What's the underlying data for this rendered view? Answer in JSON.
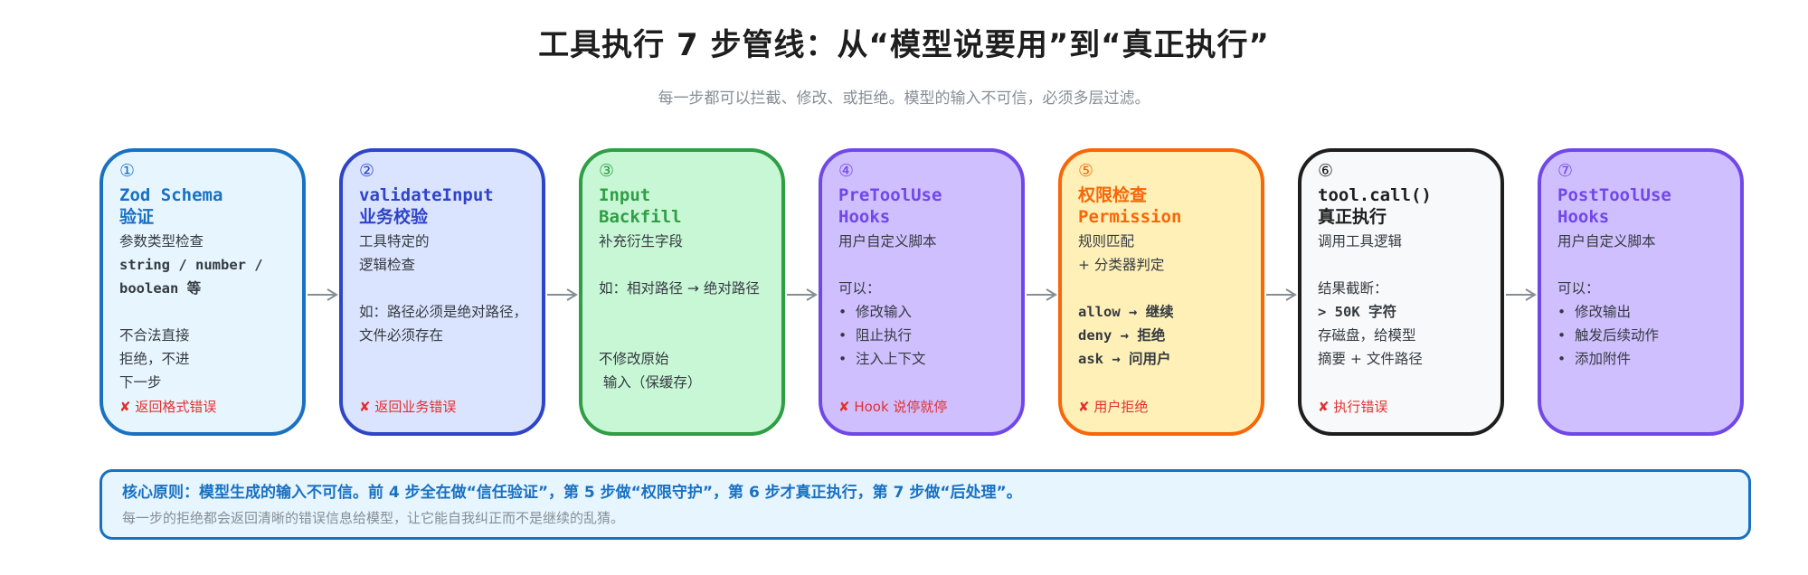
{
  "header": {
    "title": "工具执行 7 步管线：从“模型说要用”到“真正执行”",
    "subtitle": "每一步都可以拦截、修改、或拒绝。模型的输入不可信，必须多层过滤。"
  },
  "steps": [
    {
      "num": "①",
      "head": "Zod Schema\n验证",
      "lines": [
        "参数类型检查",
        "string / number /",
        "boolean 等",
        "",
        "不合法直接",
        "拒绝，不进",
        "下一步"
      ],
      "error": "✘ 返回格式错误",
      "colors": {
        "border": "#1971c2",
        "bg": "#e7f5ff",
        "head": "#1971c2"
      }
    },
    {
      "num": "②",
      "head": "validateInput\n业务校验",
      "lines": [
        "工具特定的",
        "逻辑检查",
        "",
        "如：路径必须是绝对路径，",
        "文件必须存在"
      ],
      "error": "✘ 返回业务错误",
      "colors": {
        "border": "#2f44c7",
        "bg": "#dbe4ff",
        "head": "#2f44c7"
      }
    },
    {
      "num": "③",
      "head": "Input\nBackfill",
      "lines": [
        "补充衍生字段",
        "",
        "如：相对路径 → 绝对路径",
        "",
        "",
        "不修改原始",
        " 输入（保缓存）"
      ],
      "error": "",
      "colors": {
        "border": "#2f9e44",
        "bg": "#c8f7d6",
        "head": "#2f9e44"
      }
    },
    {
      "num": "④",
      "head": "PreToolUse\nHooks",
      "lines": [
        "用户自定义脚本",
        "",
        "可以：",
        "•  修改输入",
        "•  阻止执行",
        "•  注入上下文"
      ],
      "error": "✘ Hook 说停就停",
      "colors": {
        "border": "#7048e8",
        "bg": "#d0bfff",
        "head": "#7048e8"
      }
    },
    {
      "num": "⑤",
      "head": "权限检查\nPermission",
      "lines": [
        "规则匹配",
        "+ 分类器判定",
        "",
        "allow → 继续",
        "deny → 拒绝",
        "ask → 问用户"
      ],
      "error": "✘ 用户拒绝",
      "colors": {
        "border": "#f76707",
        "bg": "#fff0b8",
        "head": "#f76707"
      }
    },
    {
      "num": "⑥",
      "head": "tool.call()\n真正执行",
      "lines": [
        "调用工具逻辑",
        "",
        "结果截断：",
        "> 50K 字符",
        "存磁盘，给模型",
        "摘要 + 文件路径"
      ],
      "error": "✘ 执行错误",
      "colors": {
        "border": "#1e1e1e",
        "bg": "#f8f9fa",
        "head": "#1e1e1e"
      }
    },
    {
      "num": "⑦",
      "head": "PostToolUse\nHooks",
      "lines": [
        "用户自定义脚本",
        "",
        "可以：",
        "•  修改输出",
        "•  触发后续动作",
        "•  添加附件"
      ],
      "error": "",
      "colors": {
        "border": "#7048e8",
        "bg": "#d0bfff",
        "head": "#7048e8"
      }
    }
  ],
  "principle": {
    "main": "核心原则：模型生成的输入不可信。前 4 步全在做“信任验证”，第 5 步做“权限守护”，第 6 步才真正执行，第 7 步做“后处理”。",
    "note": "每一步的拒绝都会返回清晰的错误信息给模型，让它能自我纠正而不是继续的乱猜。"
  },
  "icons": {
    "arrow": "arrow-right-icon",
    "error": "cross-mark-icon"
  }
}
